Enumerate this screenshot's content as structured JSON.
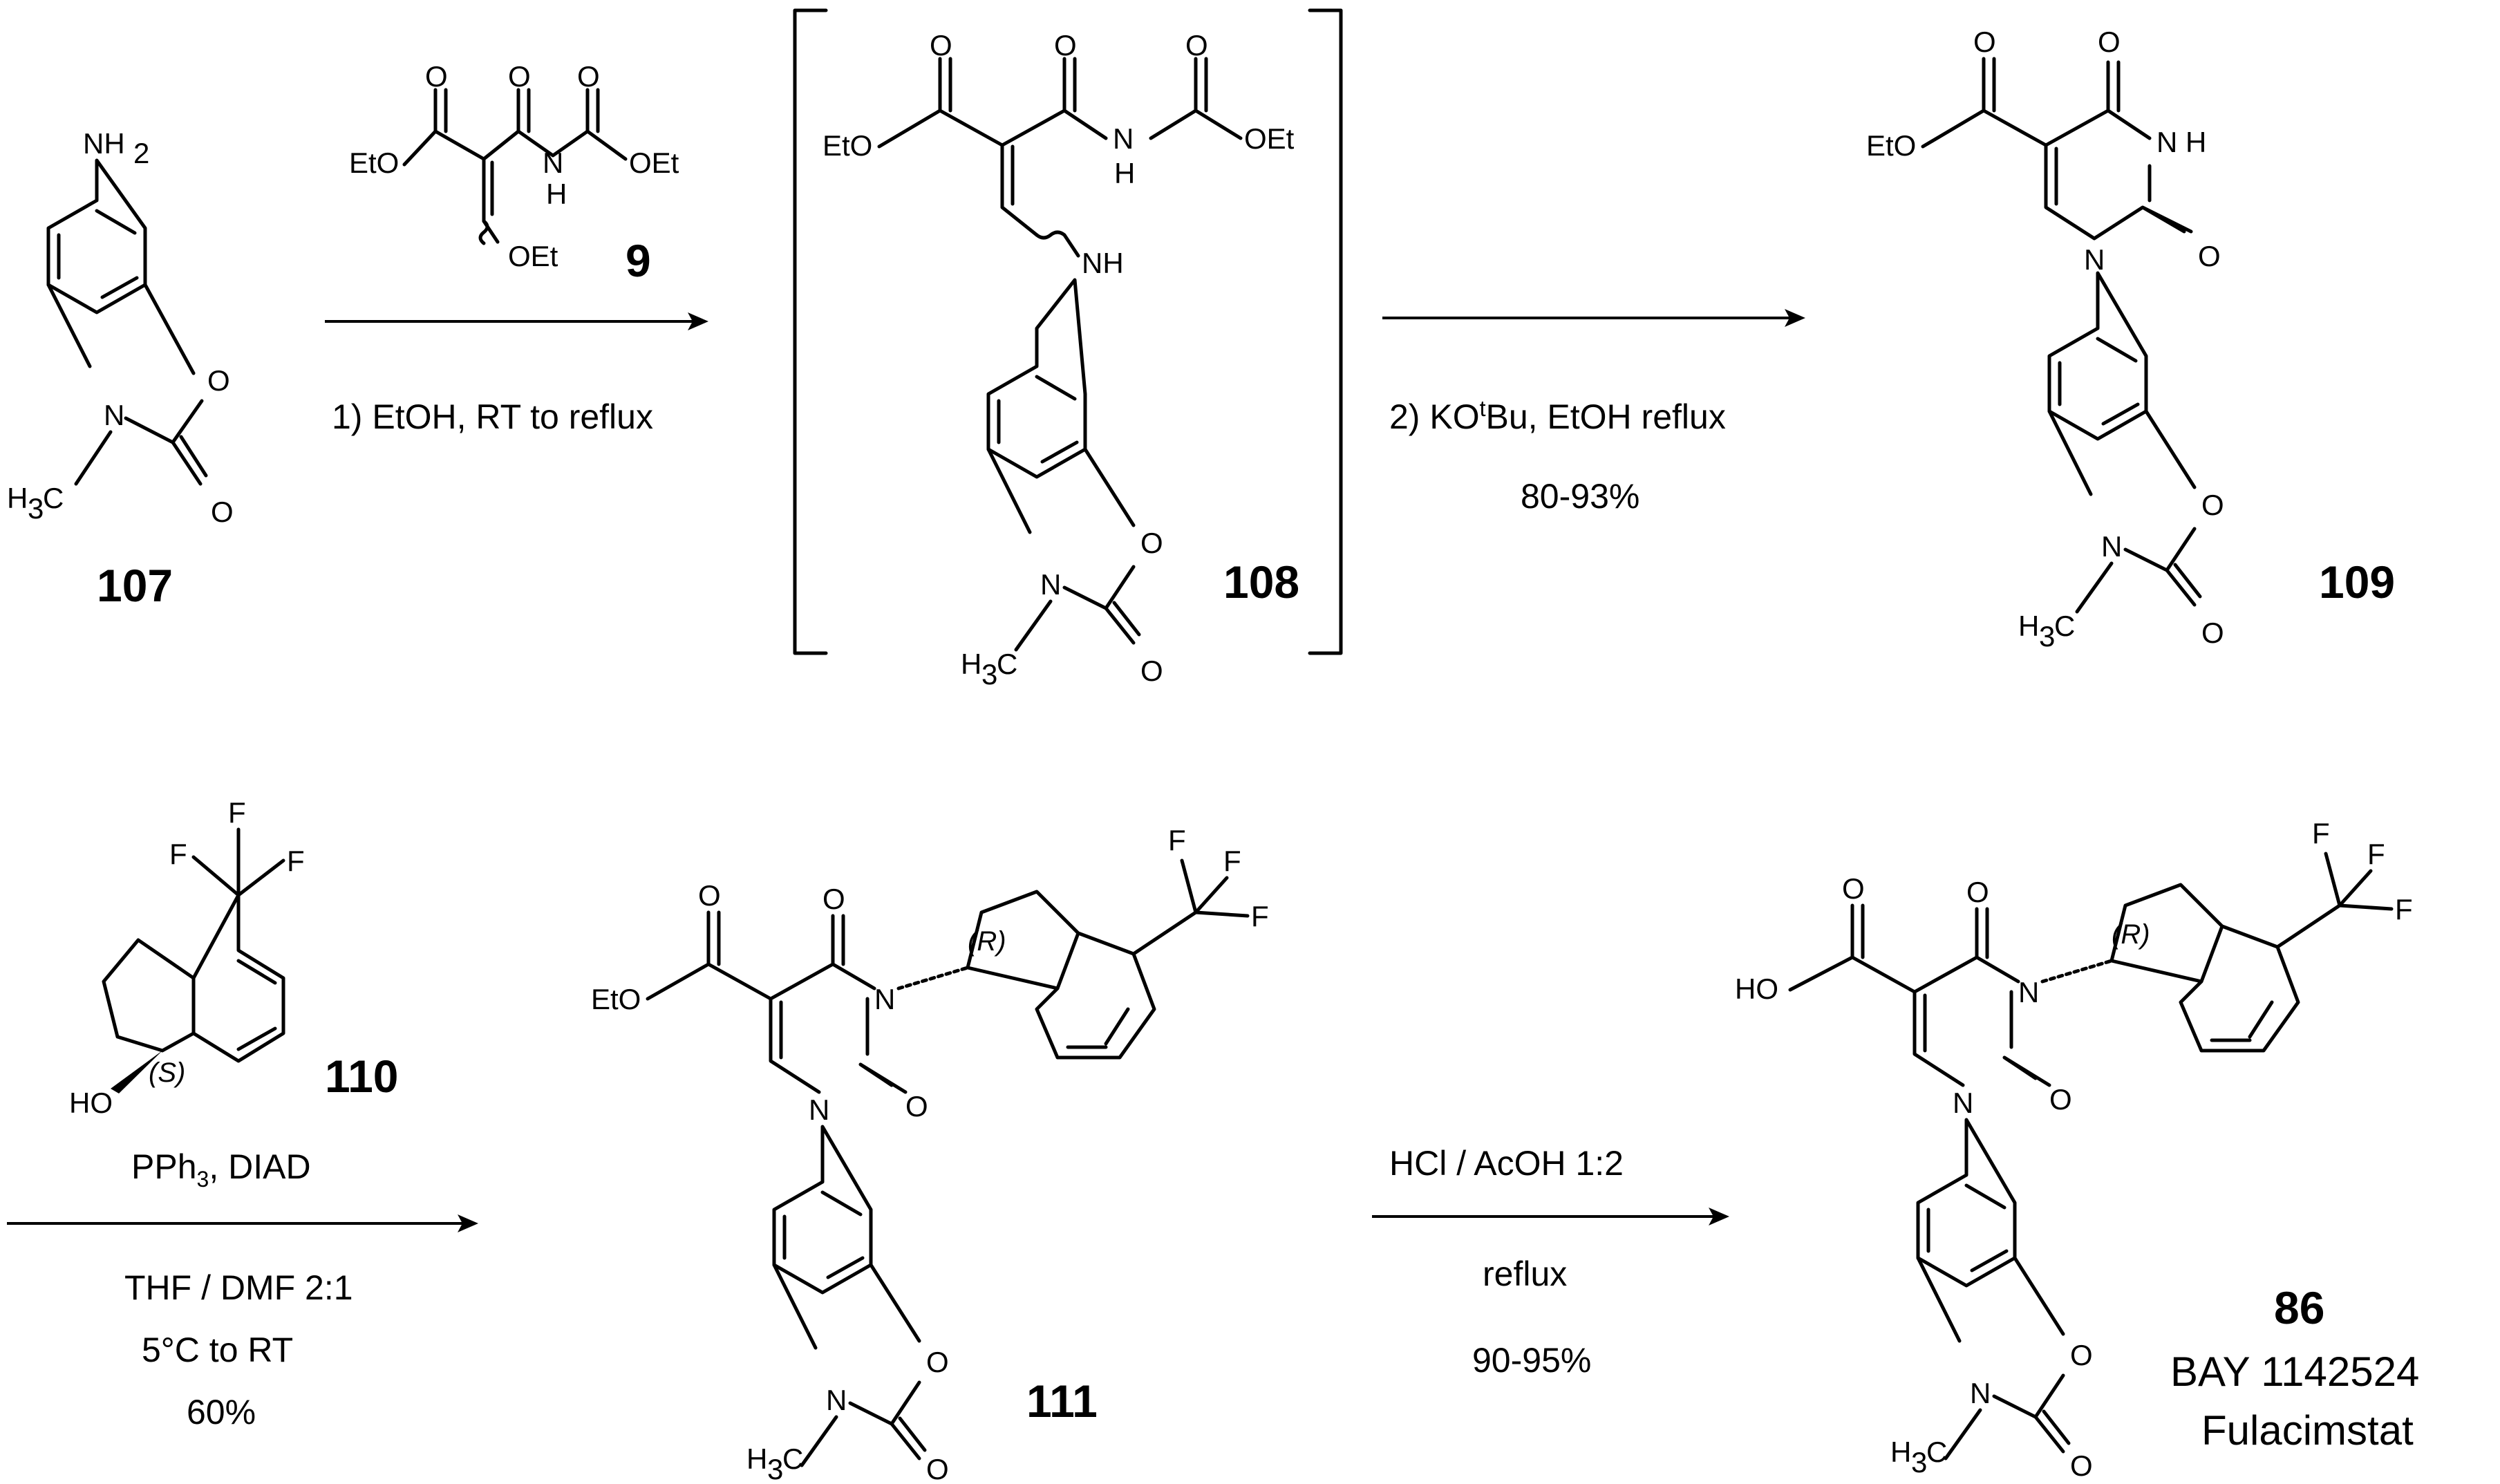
{
  "compounds": {
    "c107": "107",
    "c9": "9",
    "c108": "108",
    "c109": "109",
    "c110": "110",
    "c111": "111",
    "c86": "86"
  },
  "final_product": {
    "code": "BAY 1142524",
    "name": "Fulacimstat"
  },
  "conditions": {
    "step1": "1) EtOH, RT to reflux",
    "step2_pre": "2) KO",
    "step2_sup": "t",
    "step2_post": "Bu, EtOH reflux",
    "step2_yield": "80-93%",
    "step3_reagent_pre": "PPh",
    "step3_reagent_sub": "3",
    "step3_reagent_post": ", DIAD",
    "step3_solvent": "THF / DMF 2:1",
    "step3_temp": "5°C to RT",
    "step3_yield": "60%",
    "step4_reagent": "HCl / AcOH 1:2",
    "step4_cond": "reflux",
    "step4_yield": "90-95%"
  },
  "atoms": {
    "O": "O",
    "N": "N",
    "NH": "NH",
    "H": "H",
    "N_H": "N H",
    "F": "F",
    "OEt": "OEt",
    "EtO": "EtO",
    "HO": "HO",
    "H_cap": "H",
    "NH2": "NH",
    "two": "2",
    "three": "3",
    "methyl_H": "H",
    "methyl_C": "C",
    "S": "(S)",
    "R": "(R)"
  }
}
